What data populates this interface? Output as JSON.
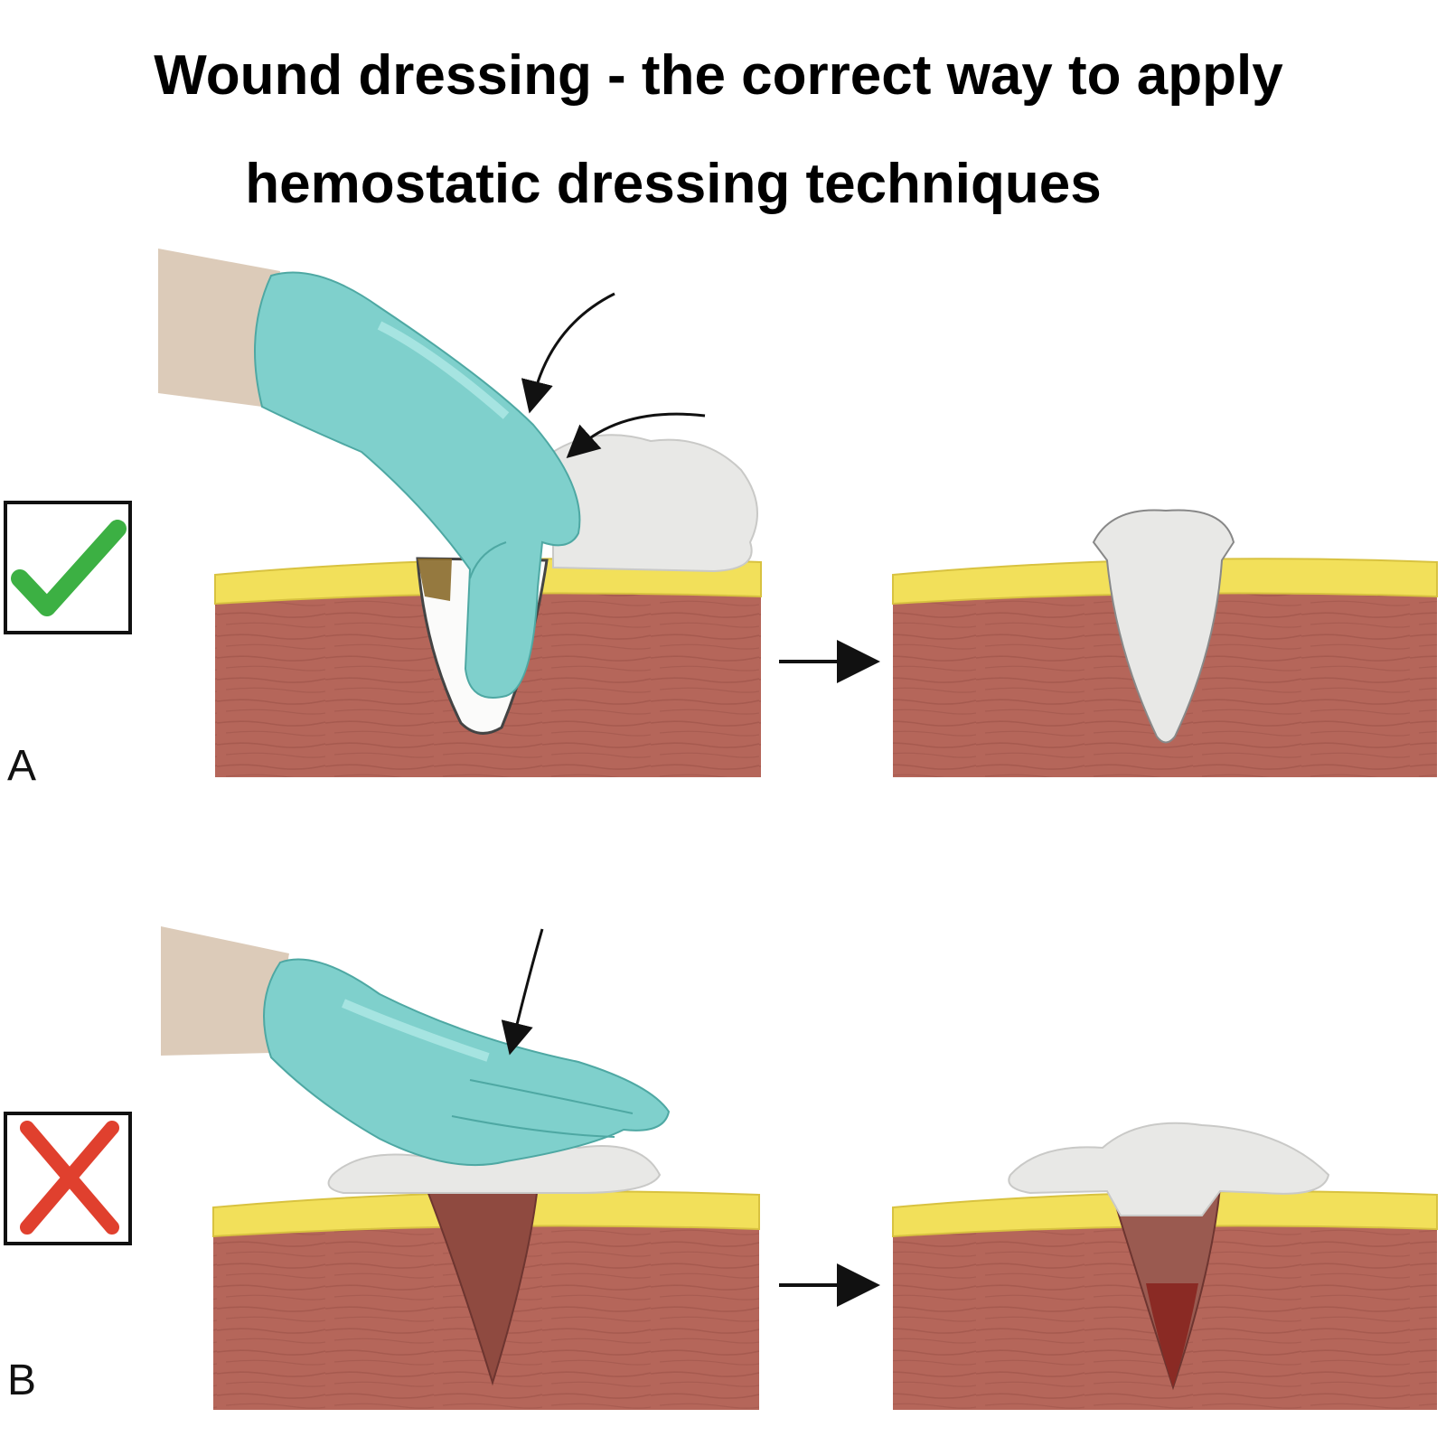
{
  "title": {
    "line1": "Wound dressing - the correct way to apply",
    "line2": "hemostatic dressing techniques"
  },
  "panels": [
    {
      "letter": "A",
      "status": "correct",
      "status_icon": "check-icon",
      "status_color": "#3cb043"
    },
    {
      "letter": "B",
      "status": "incorrect",
      "status_icon": "cross-icon",
      "status_color": "#e0402e"
    }
  ],
  "colors": {
    "muscle": "#b5665a",
    "fat": "#f2e05a",
    "glove": "#7fd0cc",
    "skin_arm": "#dccbb9",
    "gauze": "#e8e8e6",
    "blood": "#8a2a24"
  }
}
